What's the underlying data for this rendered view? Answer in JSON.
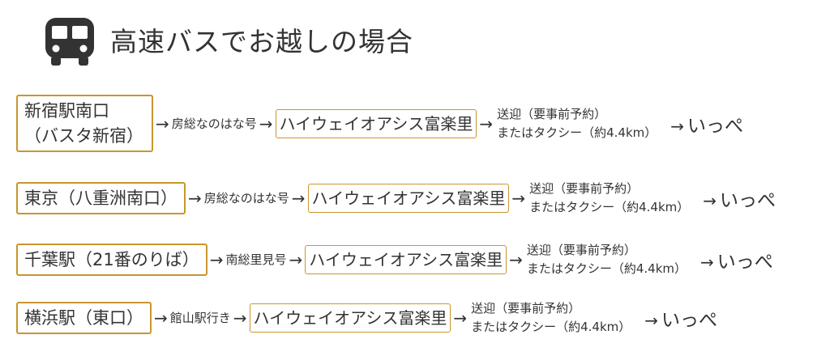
{
  "header": {
    "title": "高速バスでお越しの場合",
    "icon": "bus-icon",
    "icon_color": "#333333"
  },
  "accent_color": "#c9962e",
  "routes": [
    {
      "origin_line1": "新宿駅南口",
      "origin_line2": "（バスタ新宿）",
      "arrow": "→",
      "bus": "房総なのはな号",
      "dest": "ハイウェイオアシス富楽里",
      "transfer1": "送迎（要事前予約）",
      "transfer2": "またはタクシー（約4.4km）",
      "final": "いっぺ"
    },
    {
      "origin_line1": "東京（八重洲南口）",
      "arrow": "→",
      "bus": "房総なのはな号",
      "dest": "ハイウェイオアシス富楽里",
      "transfer1": "送迎（要事前予約）",
      "transfer2": "またはタクシー（約4.4km）",
      "final": "いっぺ"
    },
    {
      "origin_line1": "千葉駅（21番のりば）",
      "arrow": "→",
      "bus": "南総里見号",
      "dest": "ハイウェイオアシス富楽里",
      "transfer1": "送迎（要事前予約）",
      "transfer2": "またはタクシー（約4.4km）",
      "final": "いっぺ"
    },
    {
      "origin_line1": "横浜駅（東口）",
      "arrow": "→",
      "bus": "館山駅行き",
      "dest": "ハイウェイオアシス富楽里",
      "transfer1": "送迎（要事前予約）",
      "transfer2": "またはタクシー（約4.4km）",
      "final": "いっぺ"
    }
  ]
}
